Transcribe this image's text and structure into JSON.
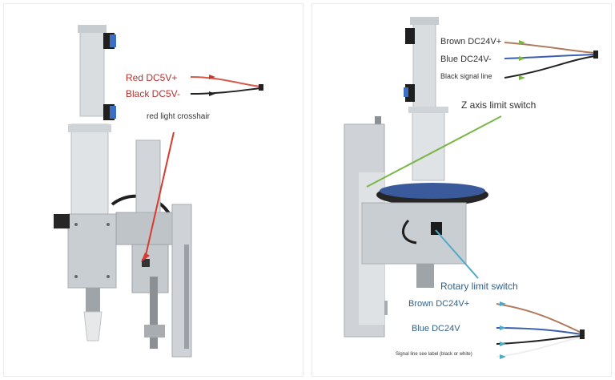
{
  "left_panel": {
    "red_label": "Red DC5V+",
    "black_label": "Black DC5V-",
    "crosshair_label": "red light crosshair"
  },
  "right_panel": {
    "top_cable": {
      "brown": "Brown DC24V+",
      "blue": "Blue DC24V-",
      "signal": "Black signal line"
    },
    "z_label": "Z axis limit switch",
    "rotary_label": "Rotary limit switch",
    "bottom_cable": {
      "brown": "Brown DC24V+",
      "blue": "Blue DC24V",
      "signal": "Signal line see label (black or white)"
    }
  },
  "colors": {
    "red_text": "#b5322e",
    "blue_text": "#2f5f8a",
    "dark_text": "#333333",
    "green_line": "#7ab648",
    "teal_line": "#4fa9c9",
    "wire_brown": "#b07a5e",
    "wire_blue": "#3b5fae",
    "wire_black": "#222222"
  }
}
